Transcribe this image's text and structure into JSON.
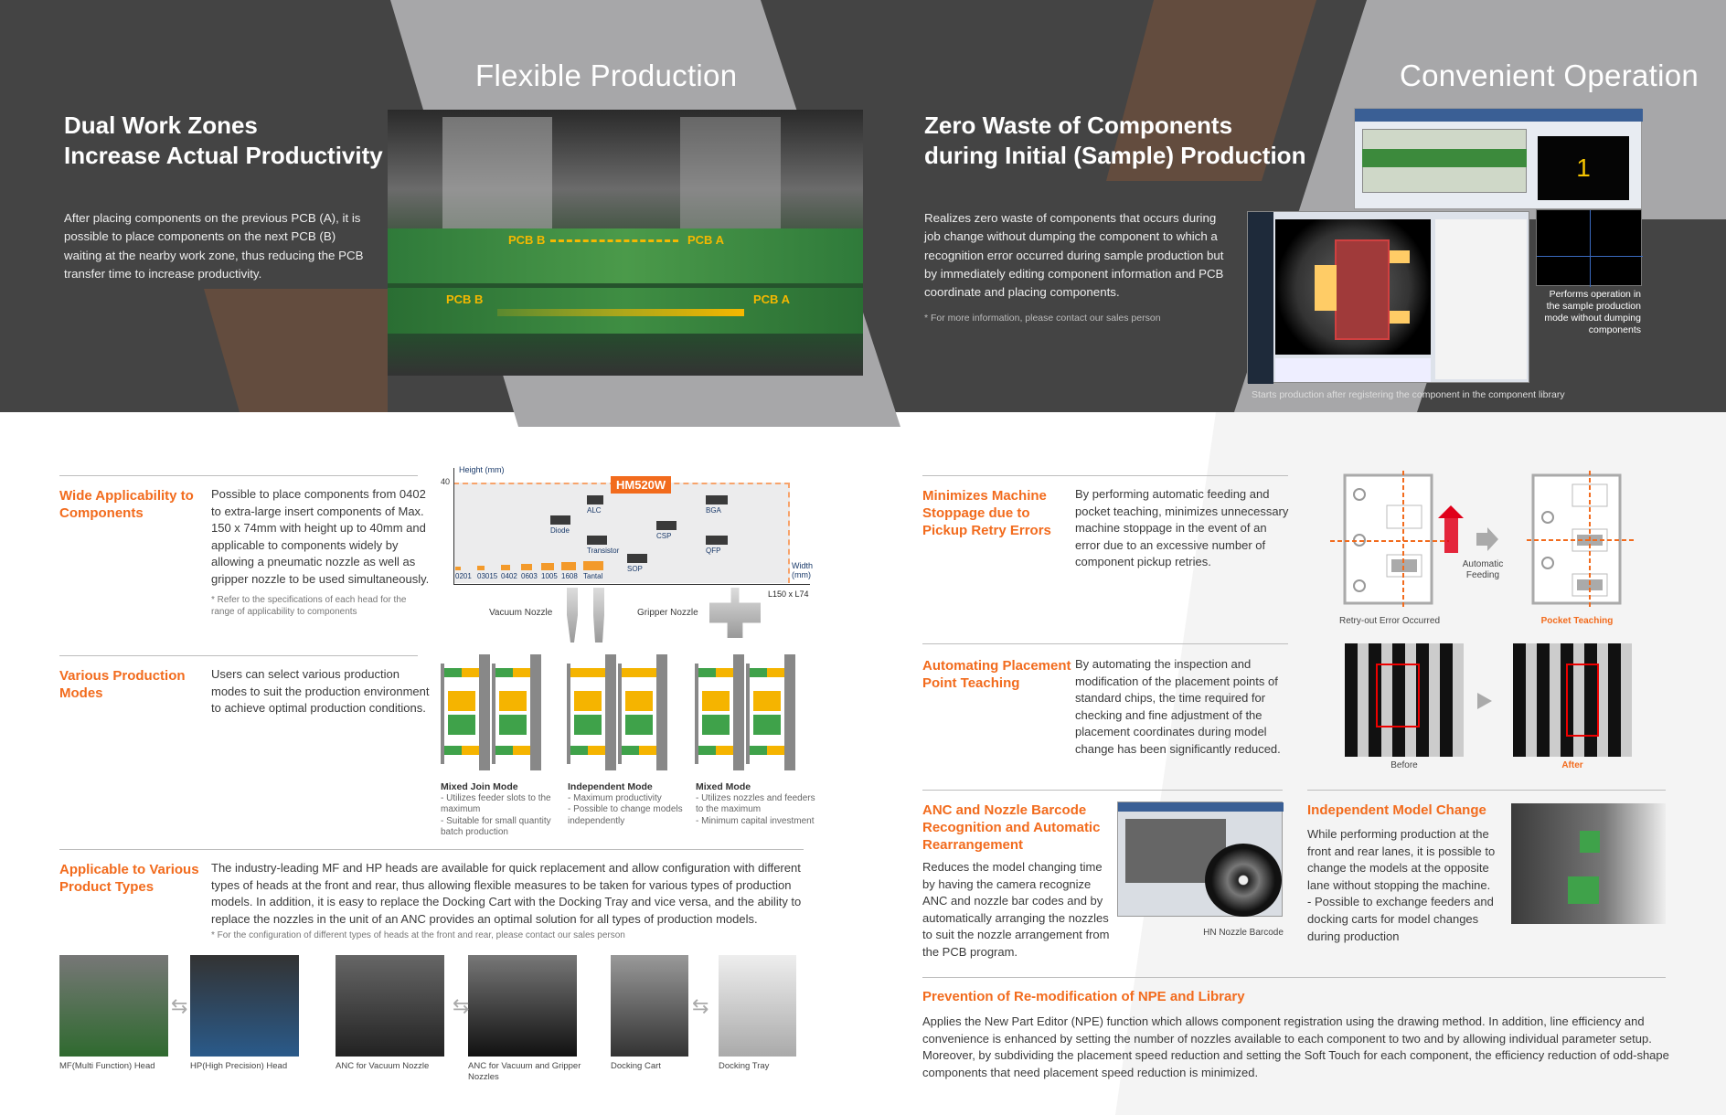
{
  "colors": {
    "accent": "#f26b1d",
    "dark": "#444444",
    "brown": "#634c3e",
    "gray": "#a7a7a9"
  },
  "left": {
    "hero_title": "Flexible Production",
    "headline_1": "Dual Work Zones",
    "headline_2": "Increase Actual Productivity",
    "intro": "After placing components on the previous PCB (A), it is possible to place components on the next PCB (B) waiting at the nearby work zone, thus reducing the PCB transfer time to increase productivity.",
    "photo_labels": [
      "PCB B",
      "PCB A",
      "PCB B",
      "PCB A"
    ],
    "sections": [
      {
        "title": "Wide Applicability to Components",
        "text": "Possible to place components from 0402 to extra-large insert components of Max. 150 x 74mm with height up to 40mm and applicable to components widely by allowing a pneumatic nozzle as well as gripper nozzle to be used simultaneously.",
        "note": "* Refer to the specifications of each head for the range of applicability to components"
      },
      {
        "title": "Various Production Modes",
        "text": "Users can select various production modes to suit the production environment to achieve optimal production conditions."
      },
      {
        "title": "Applicable to Various Product Types",
        "text": "The industry-leading MF and HP heads are available for quick replacement and allow configuration with different types of heads at the front and rear, thus allowing flexible measures to be taken for various types of production models. In addition, it is easy to replace the Docking Cart with the Docking Tray and vice versa, and the ability to replace the nozzles in the unit of an ANC provides an optimal solution for all types of production models.",
        "note": "* For the configuration of different types of heads at the front and rear, please contact our sales person"
      }
    ],
    "chart": {
      "ylabel": "Height (mm)",
      "ymax": "40",
      "badge": "HM520W",
      "xlabel": "Width (mm)",
      "xmax": "L150 x L74",
      "components": [
        "0201",
        "03015",
        "0402",
        "0603",
        "1005",
        "1608",
        "Tantal",
        "Diode",
        "Transistor",
        "ALC",
        "SOP",
        "CSP",
        "BGA",
        "QFP"
      ],
      "vacuum": "Vacuum Nozzle",
      "gripper": "Gripper Nozzle"
    },
    "modes": [
      {
        "name": "Mixed Join Mode",
        "points": [
          "- Utilizes feeder slots to the maximum",
          "- Suitable for small quantity batch production"
        ]
      },
      {
        "name": "Independent Mode",
        "points": [
          "- Maximum productivity",
          "- Possible to change models independently"
        ]
      },
      {
        "name": "Mixed Mode",
        "points": [
          "- Utilizes nozzles and feeders to the maximum",
          "- Minimum capital investment"
        ]
      }
    ],
    "products": [
      "MF(Multi Function) Head",
      "HP(High Precision) Head",
      "ANC for Vacuum Nozzle",
      "ANC for Vacuum and Gripper Nozzles",
      "Docking Cart",
      "Docking Tray"
    ]
  },
  "right": {
    "hero_title": "Convenient Operation",
    "headline_1": "Zero Waste of Components",
    "headline_2": "during Initial (Sample) Production",
    "intro": "Realizes zero waste of components that occurs during job change without dumping the component to which a recognition error occurred during sample production but by immediately editing component information and PCB coordinate and placing components.",
    "footnote": "* For more information, please contact our sales person",
    "screen_caption_1": "Performs operation in the sample production mode without dumping components",
    "screen_caption_2": "Starts production after registering the component in the component library",
    "screen_counter": "1",
    "sections": [
      {
        "title": "Minimizes Machine Stoppage due to Pickup Retry Errors",
        "text": "By performing automatic feeding and pocket teaching, minimizes unnecessary machine stoppage in the event of an error due to an excessive number of component pickup retries."
      },
      {
        "title": "Automating Placement Point Teaching",
        "text": "By automating the inspection and modification of the placement points of standard chips, the time required for checking and fine adjustment of the placement coordinates during model change has been significantly reduced."
      },
      {
        "title": "ANC and Nozzle Barcode Recognition and Automatic Rearrangement",
        "text": "Reduces the model changing time by having the camera recognize ANC and nozzle bar codes and by automatically arranging the nozzles to suit the nozzle arrangement from the PCB program."
      },
      {
        "title": "Independent Model Change",
        "text": "While performing production at the front and rear lanes, it is possible to change the models at the opposite lane without stopping the machine.",
        "bullet": "- Possible to exchange feeders and docking carts for model changes during production"
      },
      {
        "title": "Prevention of Re-modification of NPE and Library",
        "text": "Applies the New Part Editor (NPE) function which allows component registration using the drawing method. In addition, line efficiency and convenience is enhanced by setting the number of nozzles available to each component to two and by allowing individual parameter setup. Moreover, by subdividing the placement speed reduction and setting the Soft Touch for each component, the efficiency reduction of odd-shape components that need placement speed reduction is minimized."
      }
    ],
    "retry_caption": "Retry-out Error Occurred",
    "auto_feeding": "Automatic Feeding",
    "pocket_caption": "Pocket Teaching",
    "before": "Before",
    "after": "After",
    "hn_caption": "HN Nozzle Barcode"
  }
}
